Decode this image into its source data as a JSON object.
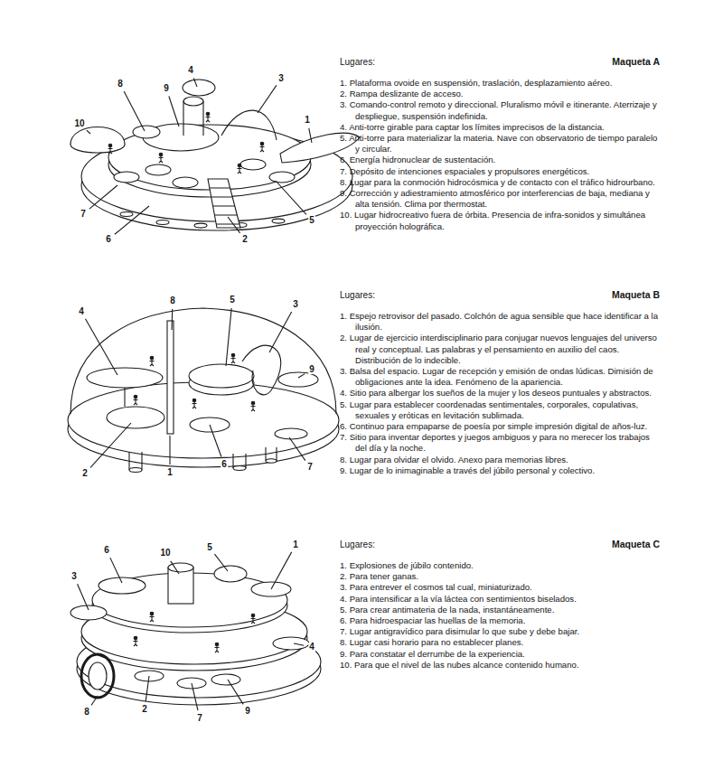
{
  "diagram": {
    "labels": [
      "Lugares:",
      "Maqueta A",
      "1. Plataforma ovoide en suspensión, traslación, desplazamiento aéreo.",
      "2. Rampa deslizante de acceso.",
      "3. Comando-control remoto y direccional. Pluralismo móvil e itinerante. Aterrizaje y despliegue, suspensión indefinida.",
      "4. Anti-torre girable para captar los límites imprecisos de la distancia.",
      "5. Anti-torre para materializar la materia. Nave con observatorio de tiempo paralelo y circular.",
      "6. Energía hidronuclear de sustentación.",
      "7. Depósito de intenciones espaciales y propulsores energéticos.",
      "8. Lugar para la conmoción hidrocósmica y de contacto con el tráfico hidrourbano.",
      "9. Corrección y adiestramiento atmosférico por interferencias de baja, mediana y alta tensión. Clima por thermostat.",
      "10. Lugar hidrocreativo fuera de órbita. Presencia de infra-sonidos y simultánea proyección holográfica.",
      "Lugares:",
      "Maqueta B",
      "1. Espejo retrovisor del pasado. Colchón de agua sensible que hace identificar a la ilusión.",
      "2. Lugar de ejercicio interdisciplinario para conjugar nuevos lenguajes del universo real y conceptual. Las palabras y el pensamiento en auxilio del caos. Distribución de lo indecible.",
      "3. Balsa del espacio. Lugar de recepción y emisión de ondas lúdicas. Dimisión de obligaciones ante la idea. Fenómeno de la apariencia.",
      "4. Sitio para albergar los sueños de la mujer y los deseos puntuales y abstractos.",
      "5. Lugar para establecer coordenadas sentimentales, corporales, copulativas, sexuales y eróticas en levitación sublimada.",
      "6. Continuo para empaparse de poesía por simple impresión digital de años-luz.",
      "7. Sitio para inventar deportes y juegos ambiguos y para no merecer los trabajos del día y la noche.",
      "8. Lugar para olvidar el olvido. Anexo para memorias libres.",
      "9. Lugar de lo inimaginable a través del júbilo personal y colectivo.",
      "Lugares:",
      "Maqueta C",
      "1. Explosiones de júbilo contenido.",
      "2. Para tener ganas.",
      "3. Para entrever el cosmos tal cual, miniaturizado.",
      "4. Para intensificar a la vía láctea con sentimientos biselados.",
      "5. Para crear antimateria de la nada, instantáneamente.",
      "6. Para hidroespaciar las huellas de la memoria.",
      "7. Lugar antigravídico para disimular lo que sube y debe bajar.",
      "8. Lugar casi horario para no establecer planes.",
      "9. Para constatar el derrumbe de la experiencia.",
      "10. Para que el nivel de las nubes alcance contenido humano.",
      "4",
      "3",
      "8",
      "9",
      "10",
      "1",
      "7",
      "6",
      "2",
      "5",
      "8",
      "5",
      "3",
      "4",
      "9",
      "2",
      "1",
      "6",
      "7",
      "6",
      "10",
      "5",
      "1",
      "3",
      "4",
      "8",
      "2",
      "7",
      "9"
    ]
  }
}
